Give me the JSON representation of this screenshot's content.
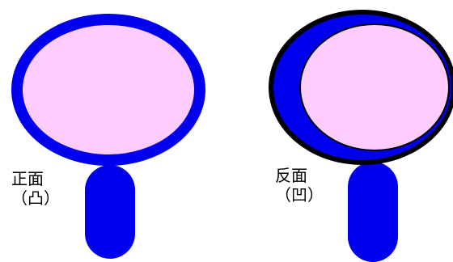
{
  "mirrors": {
    "front": {
      "label_line1": "正面",
      "label_line2": "（凸）"
    },
    "back": {
      "label_line1": "反面",
      "label_line2": "（凹）"
    }
  },
  "colors": {
    "frame": "#0000ee",
    "glass": "#ffccff",
    "rim": "#000000",
    "background": "#ffffff"
  }
}
